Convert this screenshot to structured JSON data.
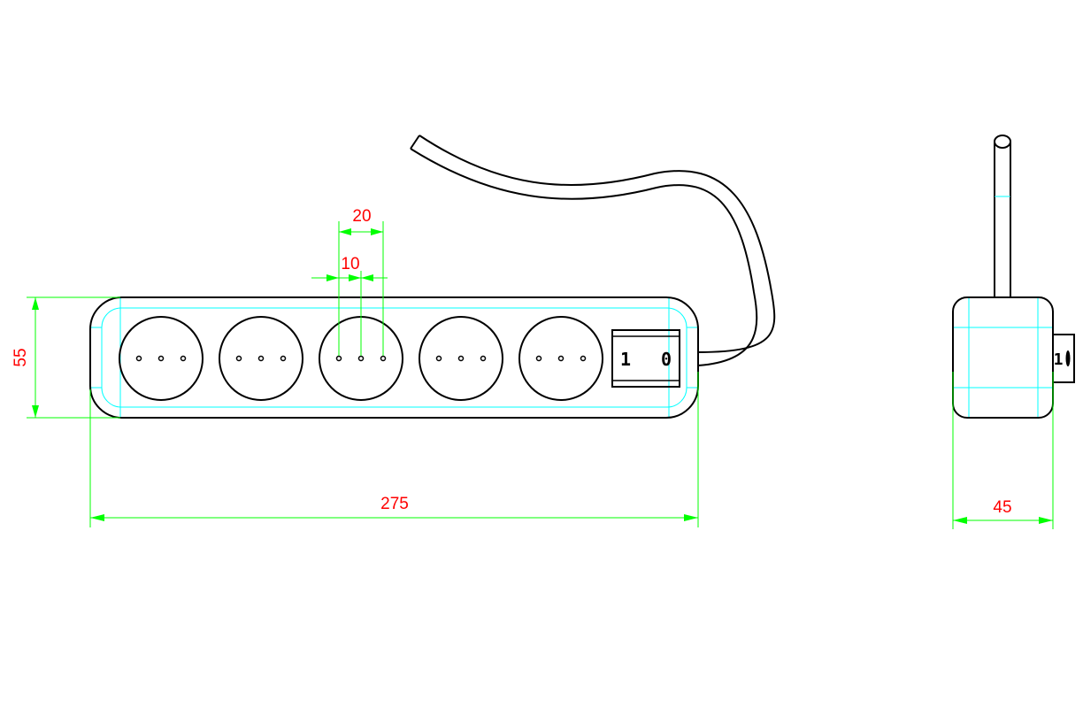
{
  "dimensions": {
    "height": "55",
    "length": "275",
    "socket_spacing": "20",
    "pin_spacing": "10",
    "depth": "45"
  },
  "switch": {
    "on_label": "1",
    "off_label": "0"
  },
  "colors": {
    "outline": "#000000",
    "dimension_line": "#00ff00",
    "dimension_text": "#ff0000",
    "construction_line": "#00ffff"
  },
  "socket_count": 5
}
